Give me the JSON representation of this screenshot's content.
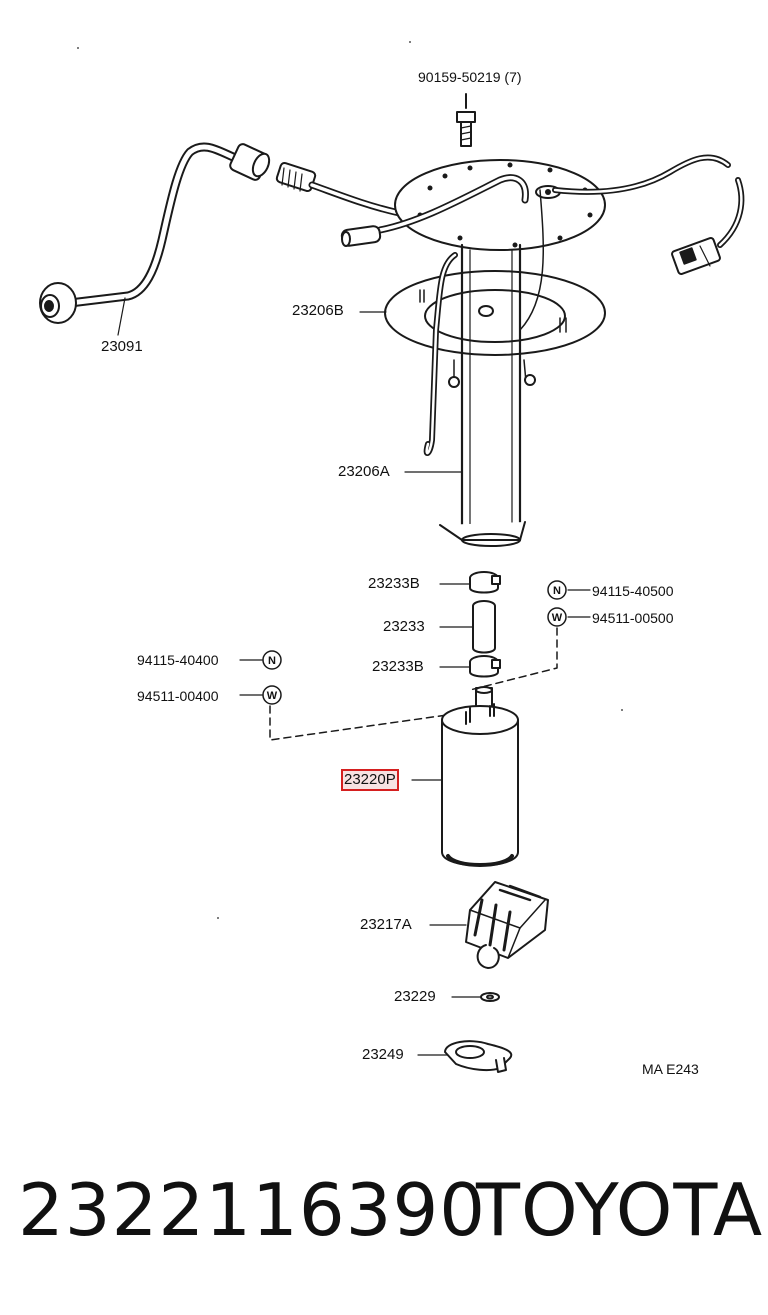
{
  "diagram": {
    "labels": {
      "bolt": "90159-50219 (7)",
      "fuel_line": "23091",
      "gauge_bracket": "23206B",
      "pump_bracket": "23206A",
      "clamp_upper": "23233B",
      "hose": "23233",
      "clamp_lower": "23233B",
      "nut_right": "94115-40500",
      "washer_right": "94511-00500",
      "nut_left": "94115-40400",
      "washer_left": "94511-00400",
      "fuel_pump": "23220P",
      "filter": "23217A",
      "clip": "23229",
      "cushion": "23249",
      "ref_code": "MA  E243"
    },
    "symbols": {
      "nut": "N",
      "washer": "W"
    },
    "highlight_color": "#d51f1f"
  },
  "footer": {
    "part_number": "2322116390",
    "brand": "TOYOTA"
  }
}
